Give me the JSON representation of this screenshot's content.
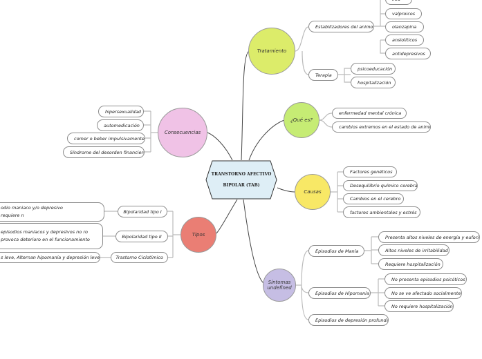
{
  "central": {
    "line1": "TRANSTORNO AFECTIVO",
    "line2": "BIPOLAR (TAB)"
  },
  "colors": {
    "tratamiento": "#dcec6a",
    "que_es": "#c6ec74",
    "causas": "#f8e866",
    "sintomas": "#c6bee4",
    "tipos": "#ea7e74",
    "consecuencias": "#f0c2e6",
    "central": "#deeef6"
  },
  "tratamiento": {
    "label": "Tratamiento",
    "estabilizadores": {
      "label": "Estabilizadores del animo",
      "items": [
        "litio",
        "valproicos",
        "olanzapina",
        "ansioliticos",
        "antidepresivos"
      ]
    },
    "terapia": {
      "label": "Terapia",
      "items": [
        "psicoeducación",
        "hospitalización"
      ]
    }
  },
  "que_es": {
    "label": "¿Qué es?",
    "items": [
      "enfermedad mental crónica",
      "cambios extremos en el estado de animo"
    ]
  },
  "causas": {
    "label": "Causas",
    "items": [
      "Factores genéticos",
      "Desequilibrio químico cerebral",
      "Cambios en el cerebro",
      "factores ambientales y estrés"
    ]
  },
  "sintomas": {
    "label": "Síntomas undefined",
    "mania": {
      "label": "Episodios de Manía",
      "items": [
        "Presenta altos niveles de energía y euforia",
        "Altos niveles de irritabilidad",
        "Requiere hospitalización"
      ]
    },
    "hipomania": {
      "label": "Episodios de Hipomanía",
      "items": [
        "No presenta episodios psicóticos",
        "No se ve afectado socialmente",
        "No requiere hospitalización"
      ]
    },
    "depresion": {
      "label": "Episodios de depresión profunda"
    }
  },
  "tipos": {
    "label": "Tipos",
    "items": [
      {
        "label": "Bipolaridad tipo I",
        "desc": "odio maniaco y/o depresivo requiere n"
      },
      {
        "label": "Bipolaridad tipo II",
        "desc": "episodios maniacos y depresivos no ro provoca deterioro en el funcionamiento"
      },
      {
        "label": "Trastorno Ciclotímico",
        "desc": "s leve, Alternan hipomanía y depresión leve."
      }
    ]
  },
  "consecuencias": {
    "label": "Consecuencias",
    "items": [
      "hipersexualidad",
      "automedicación",
      "comer o beber impulsivamente",
      "Síndrome del desorden financiero"
    ]
  }
}
